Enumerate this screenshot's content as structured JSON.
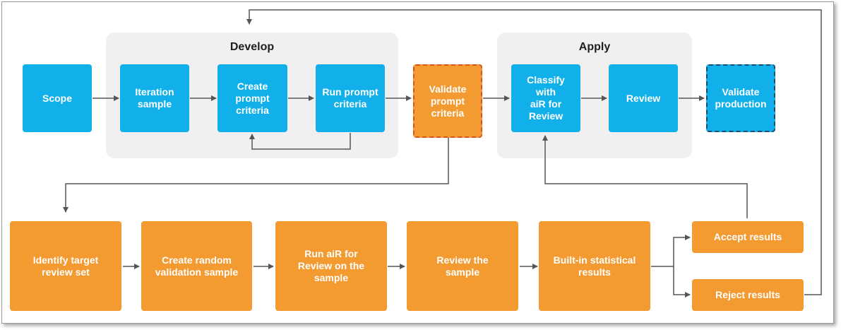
{
  "groups": {
    "develop": {
      "title": "Develop"
    },
    "apply": {
      "title": "Apply"
    }
  },
  "nodes": {
    "scope": "Scope",
    "iteration_sample": "Iteration\nsample",
    "create_prompt_criteria": "Create\nprompt\ncriteria",
    "run_prompt_criteria": "Run prompt\ncriteria",
    "validate_prompt_criteria": "Validate\nprompt\ncriteria",
    "classify_with_air": "Classify with\naiR for\nReview",
    "review": "Review",
    "validate_production": "Validate\nproduction",
    "identify_target_review_set": "Identify target\nreview set",
    "create_random_validation_sample": "Create random\nvalidation sample",
    "run_air_for_review": "Run aiR for\nReview on the\nsample",
    "review_the_sample": "Review the\nsample",
    "built_in_statistical_results": "Built-in statistical\nresults",
    "accept_results": "Accept results",
    "reject_results": "Reject results"
  },
  "colors": {
    "blue": "#12b0ea",
    "orange": "#f39a31",
    "orange_dash_border": "#d9531e",
    "blue_dash_border": "#1d4b6b",
    "group_bg": "#f0f0f0",
    "connector": "#555555"
  }
}
